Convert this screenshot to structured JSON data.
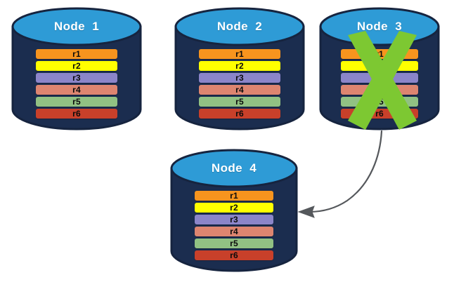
{
  "diagram": {
    "title_prefix": "Node",
    "background_color": "#ffffff",
    "cylinder_body_color": "#1b2d4f",
    "cylinder_top_color": "#2e9bd6",
    "cylinder_edge_color": "#16243f",
    "title_color": "#ffffff",
    "x_mark_color": "#7dc832",
    "arrow_color": "#55585c"
  },
  "row_palette": {
    "r1": "#f7941e",
    "r2": "#ffff00",
    "r3": "#8b85c9",
    "r4": "#dd8570",
    "r5": "#91c183",
    "r6": "#c8402a"
  },
  "nodes": [
    {
      "id": "node-1",
      "title": "Node  1",
      "failed": false,
      "rows": [
        {
          "label": "r1",
          "color": "#f7941e"
        },
        {
          "label": "r2",
          "color": "#ffff00"
        },
        {
          "label": "r3",
          "color": "#8b85c9"
        },
        {
          "label": "r4",
          "color": "#dd8570"
        },
        {
          "label": "r5",
          "color": "#91c183"
        },
        {
          "label": "r6",
          "color": "#c8402a"
        }
      ]
    },
    {
      "id": "node-2",
      "title": "Node  2",
      "failed": false,
      "rows": [
        {
          "label": "r1",
          "color": "#f7941e"
        },
        {
          "label": "r2",
          "color": "#ffff00"
        },
        {
          "label": "r3",
          "color": "#8b85c9"
        },
        {
          "label": "r4",
          "color": "#dd8570"
        },
        {
          "label": "r5",
          "color": "#91c183"
        },
        {
          "label": "r6",
          "color": "#c8402a"
        }
      ]
    },
    {
      "id": "node-3",
      "title": "Node  3",
      "failed": true,
      "rows": [
        {
          "label": "r1",
          "color": "#f7941e"
        },
        {
          "label": "r2",
          "color": "#ffff00"
        },
        {
          "label": "r3",
          "color": "#8b85c9"
        },
        {
          "label": "r4",
          "color": "#dd8570"
        },
        {
          "label": "r5",
          "color": "#91c183"
        },
        {
          "label": "r6",
          "color": "#c8402a"
        }
      ]
    },
    {
      "id": "node-4",
      "title": "Node  4",
      "failed": false,
      "rows": [
        {
          "label": "r1",
          "color": "#f7941e"
        },
        {
          "label": "r2",
          "color": "#ffff00"
        },
        {
          "label": "r3",
          "color": "#8b85c9"
        },
        {
          "label": "r4",
          "color": "#dd8570"
        },
        {
          "label": "r5",
          "color": "#91c183"
        },
        {
          "label": "r6",
          "color": "#c8402a"
        }
      ]
    }
  ],
  "connector": {
    "from": "node-3",
    "to": "node-4",
    "style": "curved-arrow"
  }
}
